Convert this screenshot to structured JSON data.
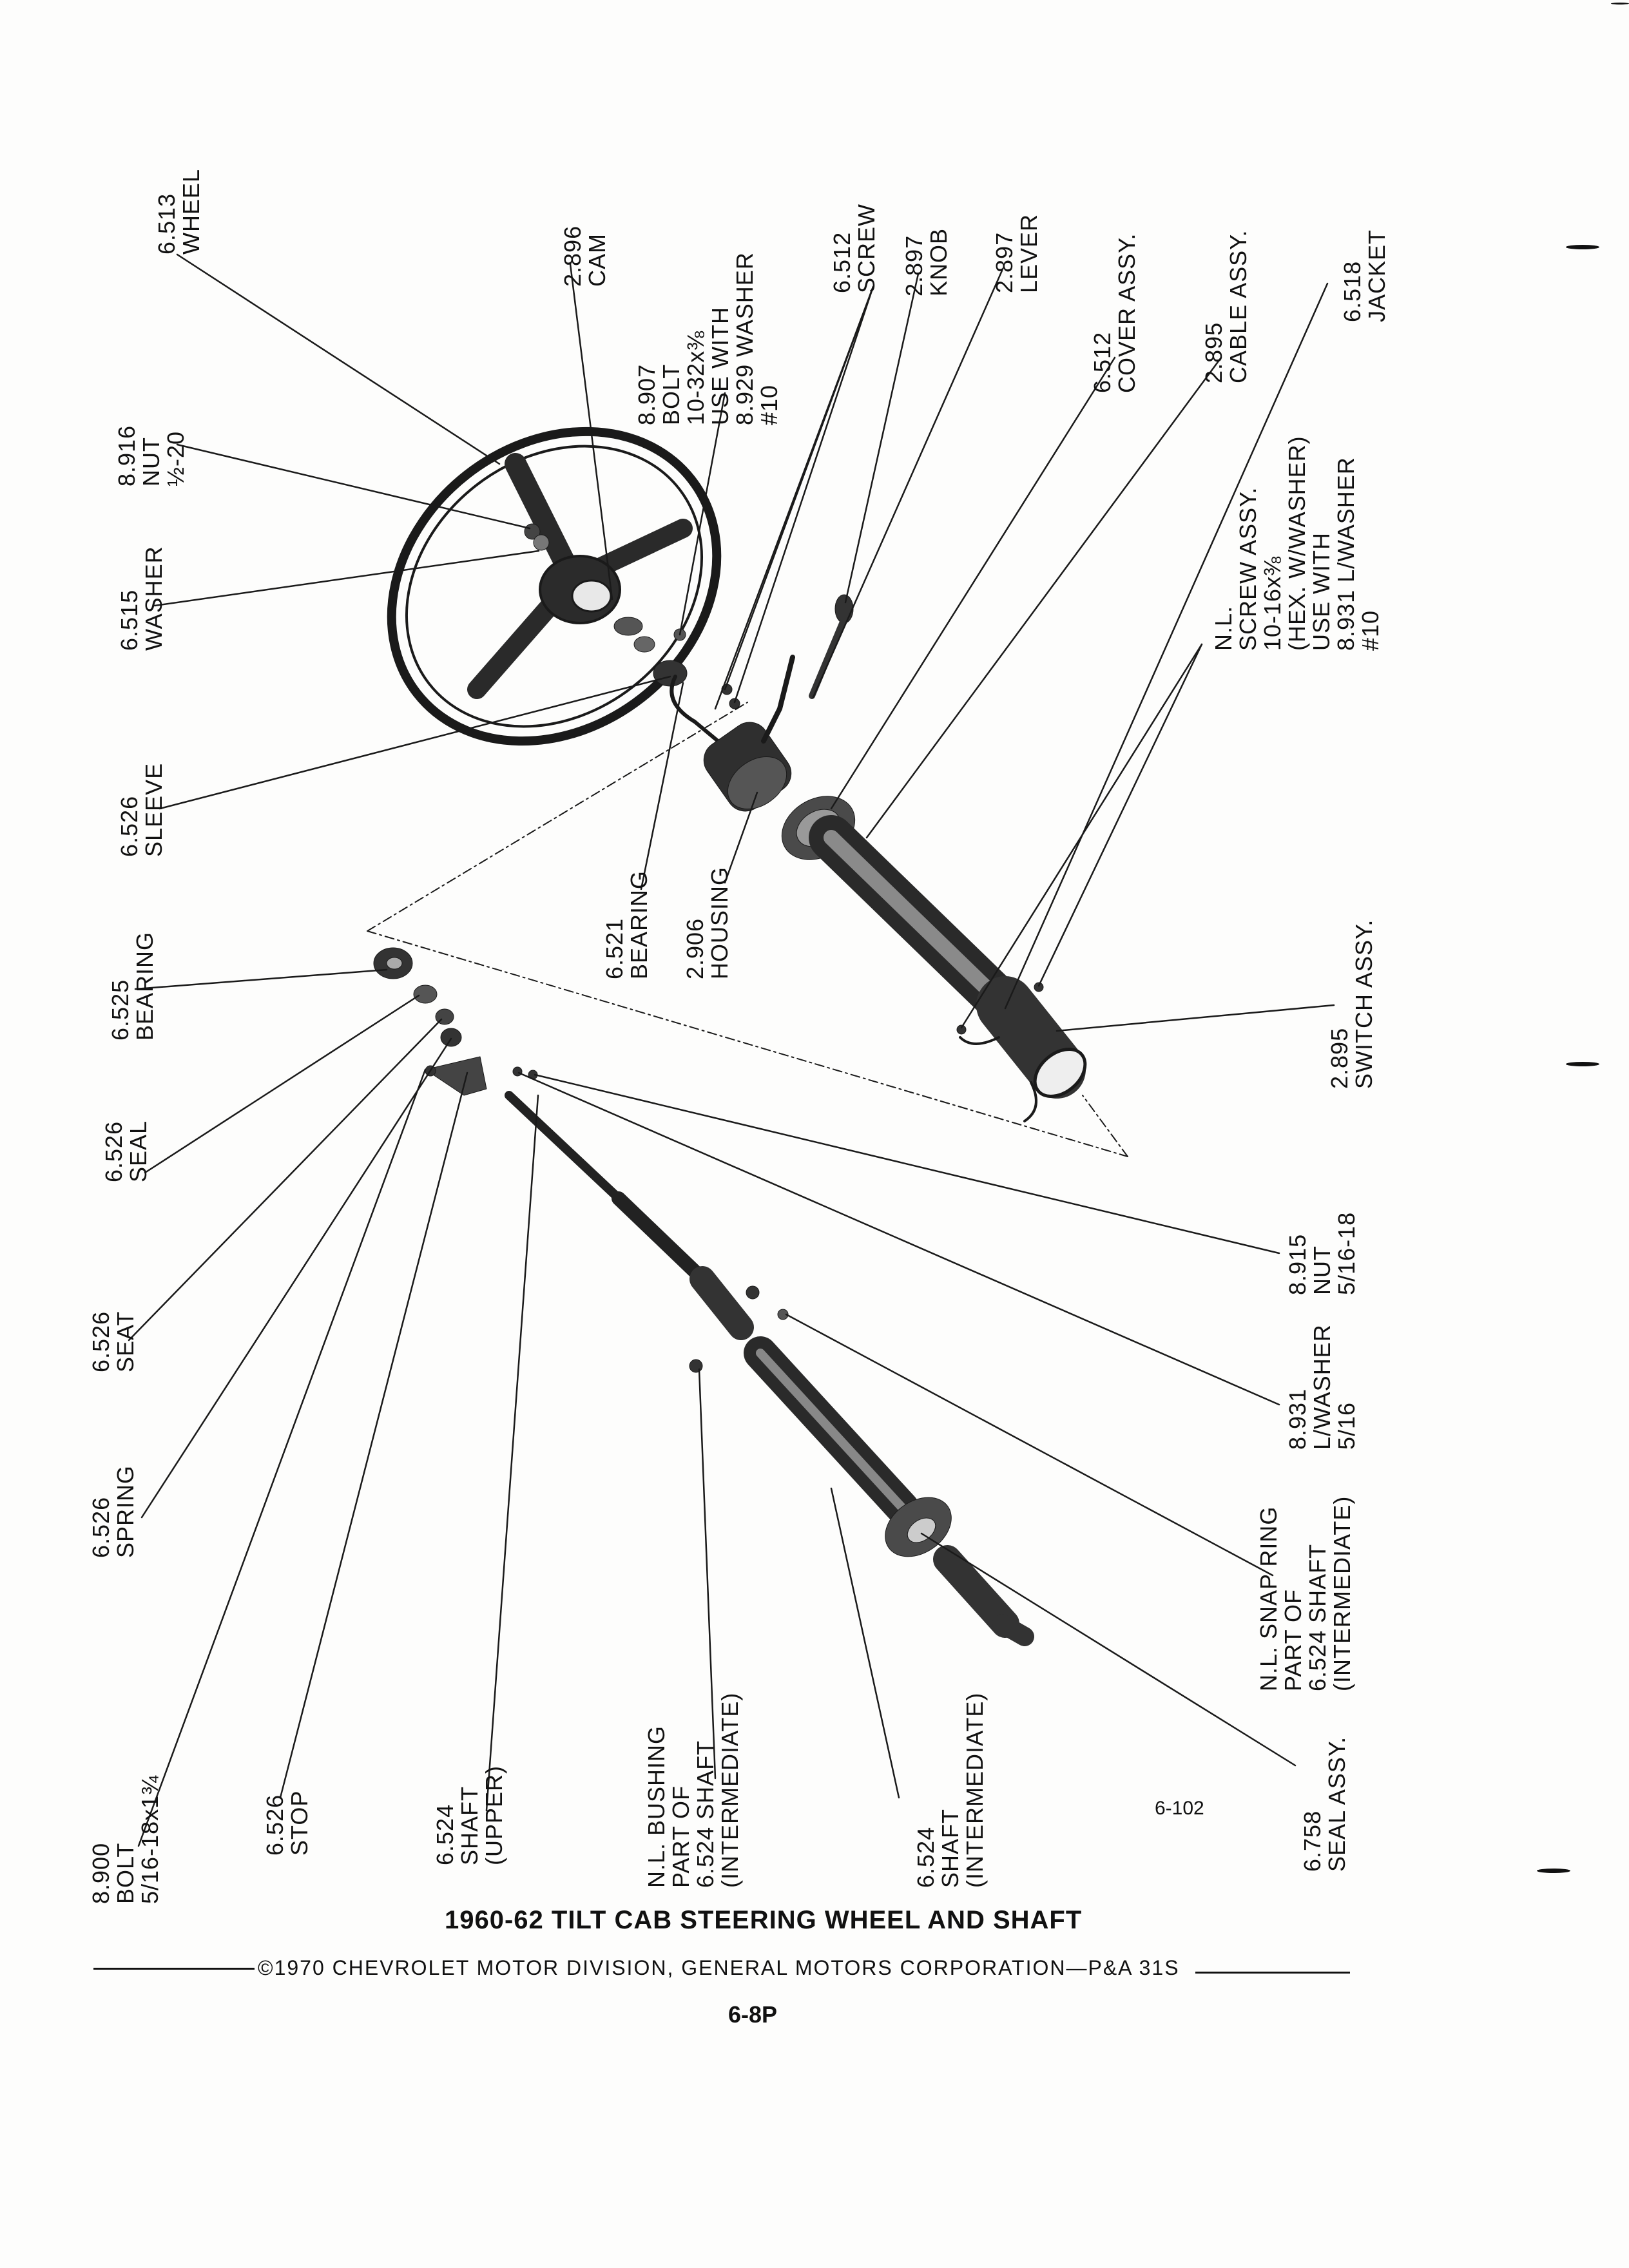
{
  "title": "1960-62 TILT CAB STEERING WHEEL AND SHAFT",
  "copyright": "©1970 CHEVROLET MOTOR DIVISION, GENERAL MOTORS CORPORATION—P&A 31S",
  "page_number": "6-8P",
  "figure_number": "6-102",
  "labels": {
    "wheel": "6.513\nWHEEL",
    "nut_half": "8.916\nNUT\n½-20",
    "washer": "6.515\nWASHER",
    "sleeve": "6.526\nSLEEVE",
    "bearing_upper": "6.525\nBEARING",
    "seal": "6.526\nSEAL",
    "seat": "6.526\nSEAT",
    "spring": "6.526\nSPRING",
    "bolt_large": "8.900\nBOLT\n5/16-18x1¾",
    "stop": "6.526\nSTOP",
    "shaft_upper": "6.524\nSHAFT\n(UPPER)",
    "bushing": "N.L. BUSHING\nPART OF\n6.524 SHAFT\n(INTERMEDIATE)",
    "shaft_intermediate": "6.524\nSHAFT\n(INTERMEDIATE)",
    "cam": "2.896\nCAM",
    "bolt_small": "8.907\nBOLT\n10-32x⅜\nUSE WITH\n8.929 WASHER\n#10",
    "screw": "6.512\nSCREW",
    "knob": "2.897\nKNOB",
    "lever": "2.897\nLEVER",
    "cover": "6.512\nCOVER ASSY.",
    "cable": "2.895\nCABLE ASSY.",
    "jacket": "6.518\nJACKET",
    "screw_assy": "N.L.\nSCREW ASSY.\n10-16x⅜\n(HEX. W/WASHER)\nUSE WITH\n8.931 L/WASHER\n#10",
    "bearing_lower": "6.521\nBEARING",
    "housing": "2.906\nHOUSING",
    "switch": "2.895\nSWITCH ASSY.",
    "nut_516": "8.915\nNUT\n5/16-18",
    "lwasher": "8.931\nL/WASHER\n5/16",
    "snap_ring": "N.L. SNAP RING\nPART OF\n6.524 SHAFT\n(INTERMEDIATE)",
    "seal_assy": "6.758\nSEAL ASSY."
  }
}
